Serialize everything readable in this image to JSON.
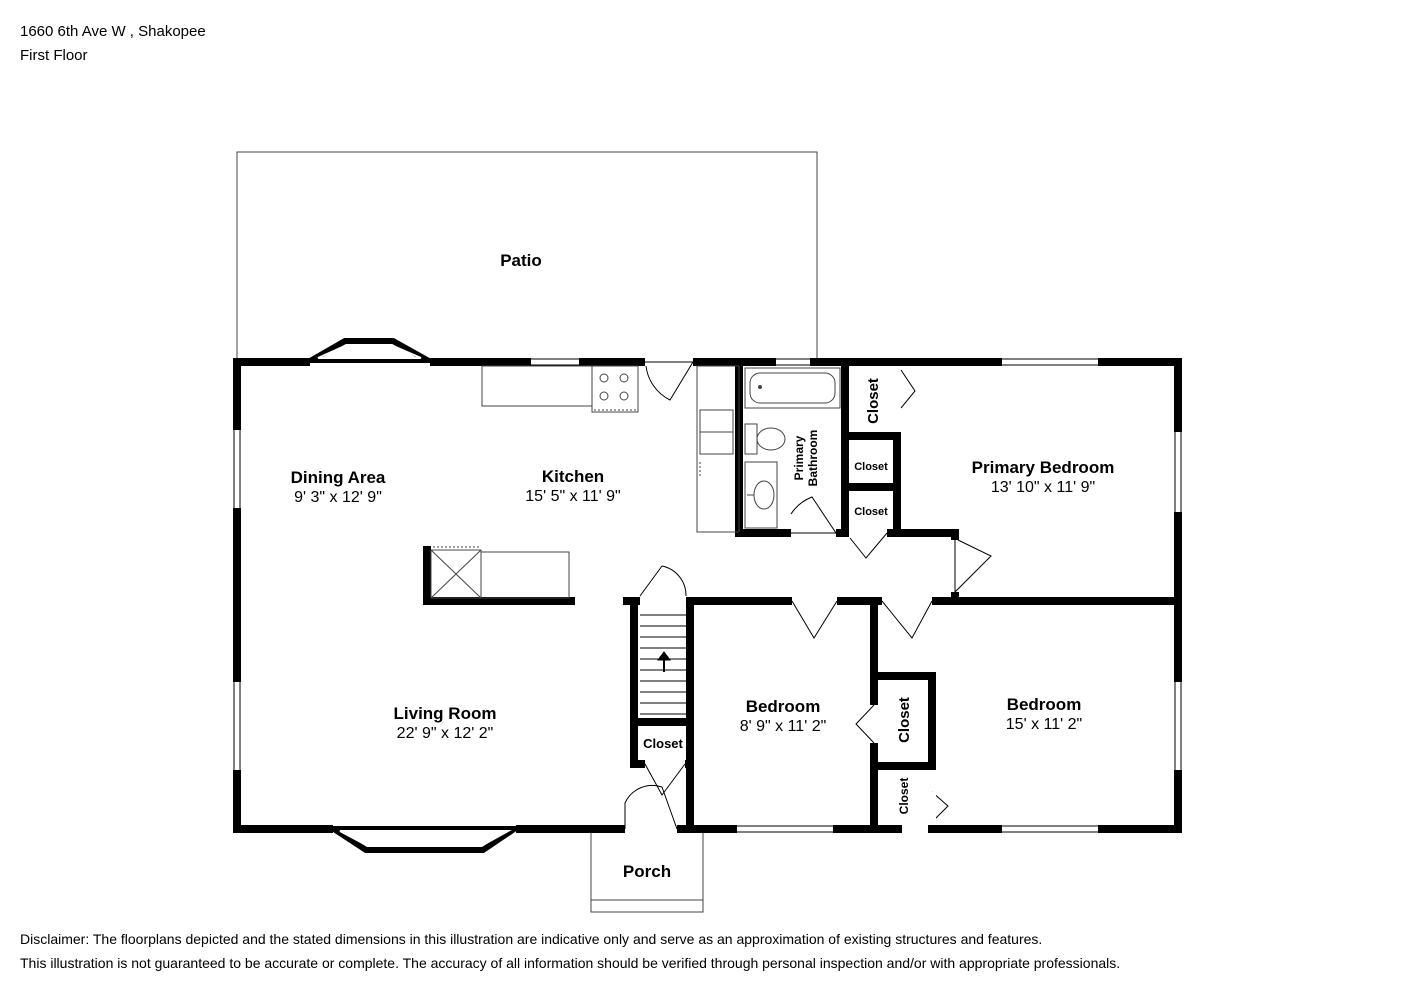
{
  "header": {
    "address": "1660 6th Ave W , Shakopee",
    "floor": "First Floor"
  },
  "rooms": {
    "patio": {
      "name": "Patio"
    },
    "dining": {
      "name": "Dining Area",
      "dims": "9' 3\" x 12' 9\""
    },
    "kitchen": {
      "name": "Kitchen",
      "dims": "15' 5\" x 11' 9\""
    },
    "living": {
      "name": "Living Room",
      "dims": "22' 9\" x 12' 2\""
    },
    "primary_bath": {
      "name_line1": "Primary",
      "name_line2": "Bathroom"
    },
    "primary_bedroom": {
      "name": "Primary Bedroom",
      "dims": "13' 10\" x 11' 9\""
    },
    "bedroom_mid": {
      "name": "Bedroom",
      "dims": "8' 9\" x 11' 2\""
    },
    "bedroom_right": {
      "name": "Bedroom",
      "dims": "15' x 11' 2\""
    },
    "porch": {
      "name": "Porch"
    },
    "closet_label": "Closet"
  },
  "disclaimer": {
    "line1": "Disclaimer: The floorplans depicted and the stated dimensions in this illustration are indicative only and serve as an approximation of existing structures and features.",
    "line2": "This illustration is not guaranteed to be accurate or complete. The accuracy of all information should be verified through personal inspection and/or with appropriate professionals."
  },
  "colors": {
    "wall": "#000000",
    "thin_line": "#555555",
    "background": "#ffffff"
  }
}
